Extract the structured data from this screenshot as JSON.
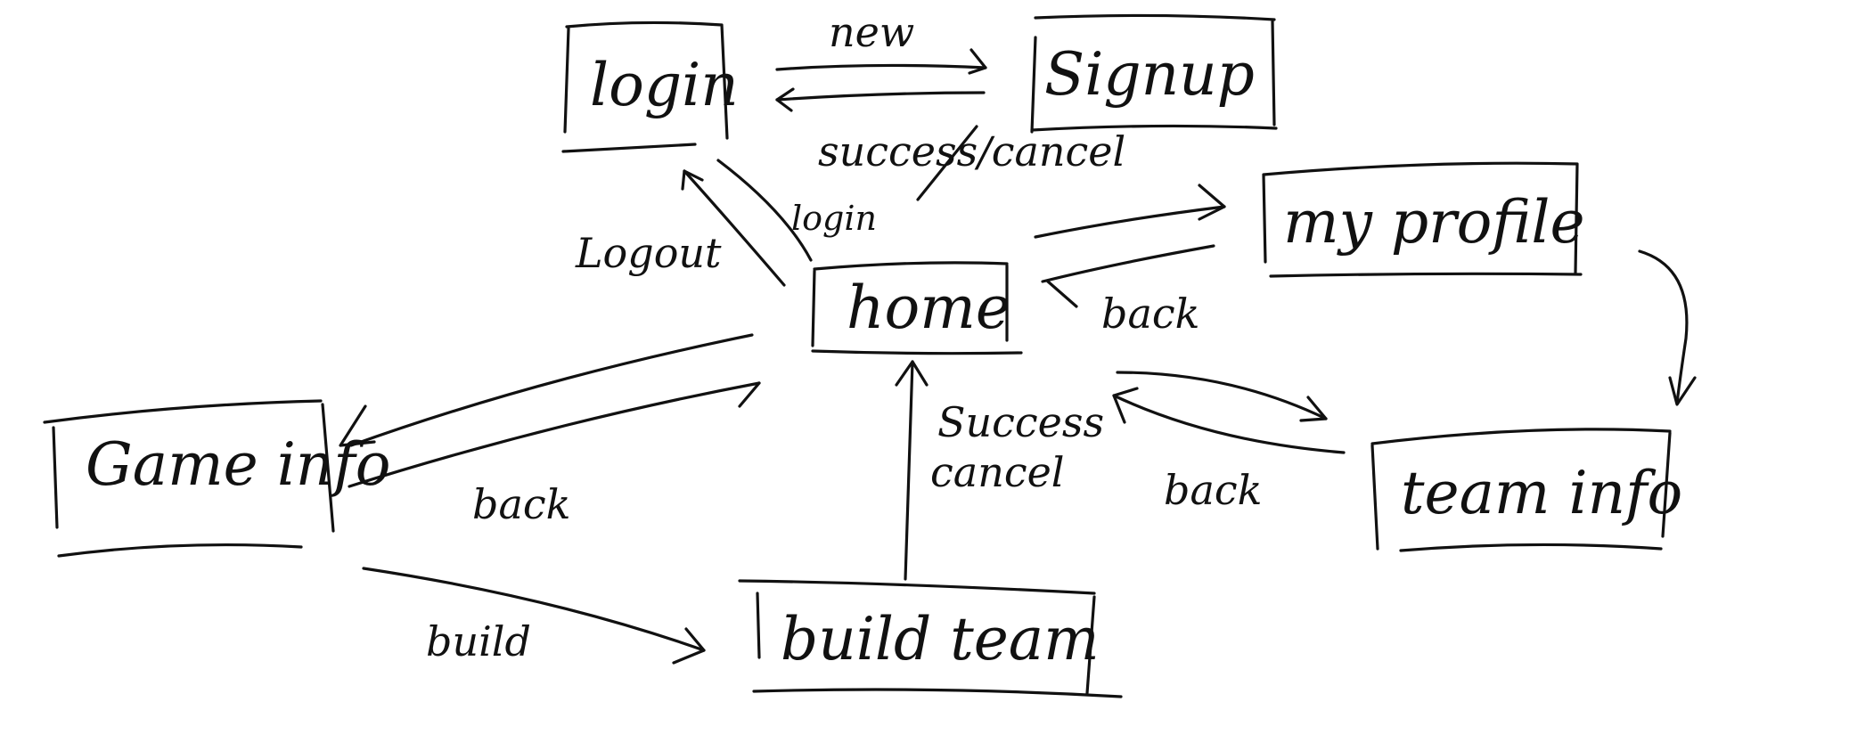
{
  "diagram": {
    "nodes": {
      "login": "login",
      "signup": "Signup",
      "my_profile": "my profile",
      "home": "home",
      "game_info": "Game info",
      "team_info": "team info",
      "build_team": "build team"
    },
    "edges": {
      "new": "new",
      "success_cancel_top": "success/cancel",
      "login": "login",
      "logout": "Logout",
      "back_profile": "back",
      "back_game": "back",
      "success": "Success",
      "cancel": "cancel",
      "back_team": "back",
      "build": "build"
    }
  }
}
